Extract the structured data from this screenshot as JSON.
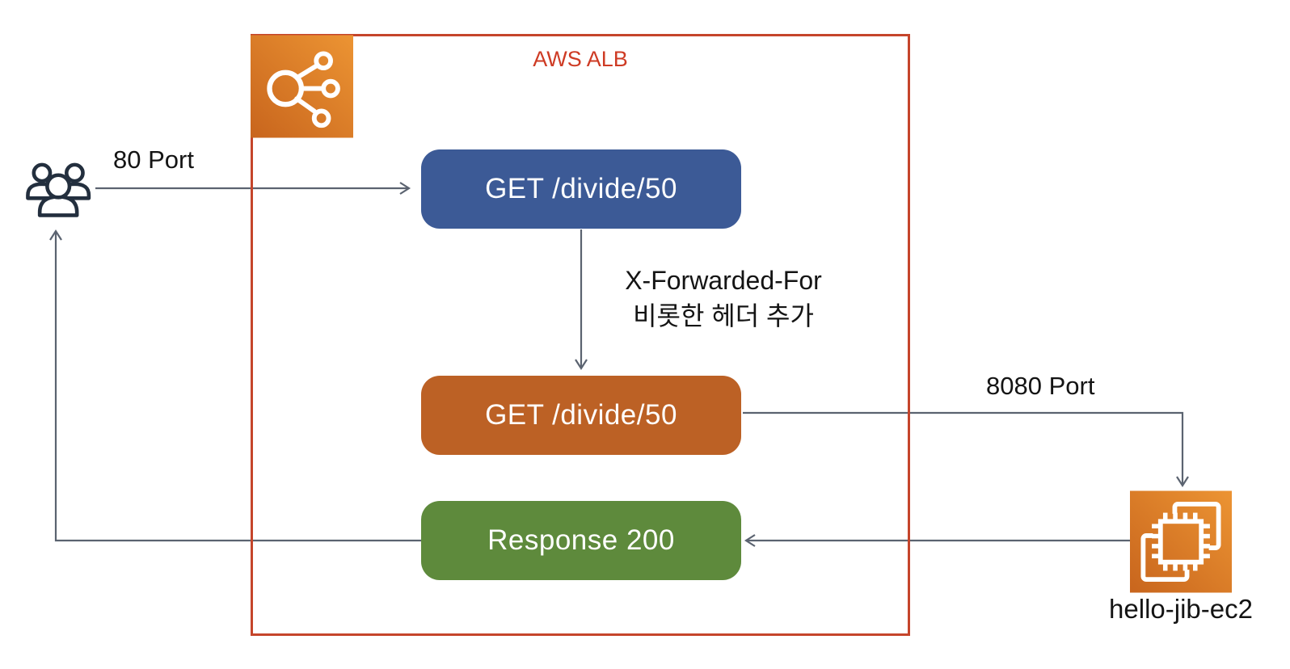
{
  "diagram": {
    "alb_container": {
      "label": "AWS ALB"
    },
    "nodes": {
      "users": {
        "icon": "users-icon"
      },
      "request": {
        "label": "GET /divide/50",
        "color": "#3C5A96"
      },
      "forwarded": {
        "label": "GET /divide/50",
        "color": "#BC6125"
      },
      "response": {
        "label": "Response 200",
        "color": "#5E8A3C"
      },
      "ec2": {
        "label": "hello-jib-ec2",
        "icon": "ec2-instance-icon"
      },
      "alb_icon": {
        "icon": "load-balancer-icon"
      }
    },
    "edges": {
      "user_to_request": {
        "label": "80 Port"
      },
      "request_to_forward": {
        "label_line1": "X-Forwarded-For",
        "label_line2": "비롯한 헤더 추가"
      },
      "forward_to_ec2": {
        "label": "8080 Port"
      },
      "ec2_to_response": {
        "label": ""
      },
      "response_to_user": {
        "label": ""
      }
    },
    "colors": {
      "boundary_red": "#C5452B",
      "alb_title_red": "#CE3B24",
      "box_blue": "#3C5A96",
      "box_orange": "#BC6125",
      "box_green": "#5E8A3C",
      "connector_gray": "#5B6370",
      "user_icon_navy": "#232F3E",
      "aws_orange_dark": "#C8651D",
      "aws_orange_light": "#EC9433",
      "text_black": "#141414"
    }
  }
}
